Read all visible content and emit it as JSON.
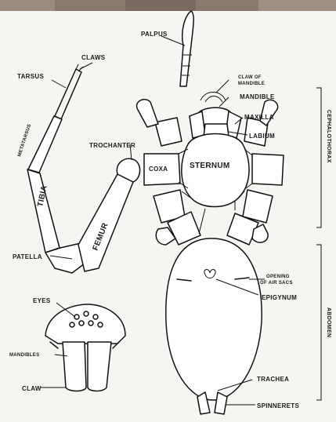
{
  "colors": {
    "background": "#f7f5f1",
    "ink": "#111111",
    "photo_band": "#8a7a6e"
  },
  "labels": {
    "palpus": "PALPUS",
    "claws": "CLAWS",
    "tarsus": "TARSUS",
    "metatarsus": "METATARSUS",
    "tibia": "TIBIA",
    "femur": "FEMUR",
    "patella": "PATELLA",
    "trochanter": "TROCHANTER",
    "coxa": "COXA",
    "sternum": "STERNUM",
    "claw_of_mandible_line1": "CLAW OF",
    "claw_of_mandible_line2": "MANDIBLE",
    "mandible": "MANDIBLE",
    "maxilla": "MAXILLA",
    "labium": "LABIUM",
    "cephalothorax": "CEPHALOTHORAX",
    "abdomen": "ABDOMEN",
    "opening_line1": "OPENING",
    "opening_line2": "OF AIR SACS",
    "epigynum": "EPIGYNUM",
    "trachea": "TRACHEA",
    "spinnerets": "SPINNERETS",
    "eyes": "EYES",
    "mandibles": "MANDIBLES",
    "claw": "CLAW"
  }
}
